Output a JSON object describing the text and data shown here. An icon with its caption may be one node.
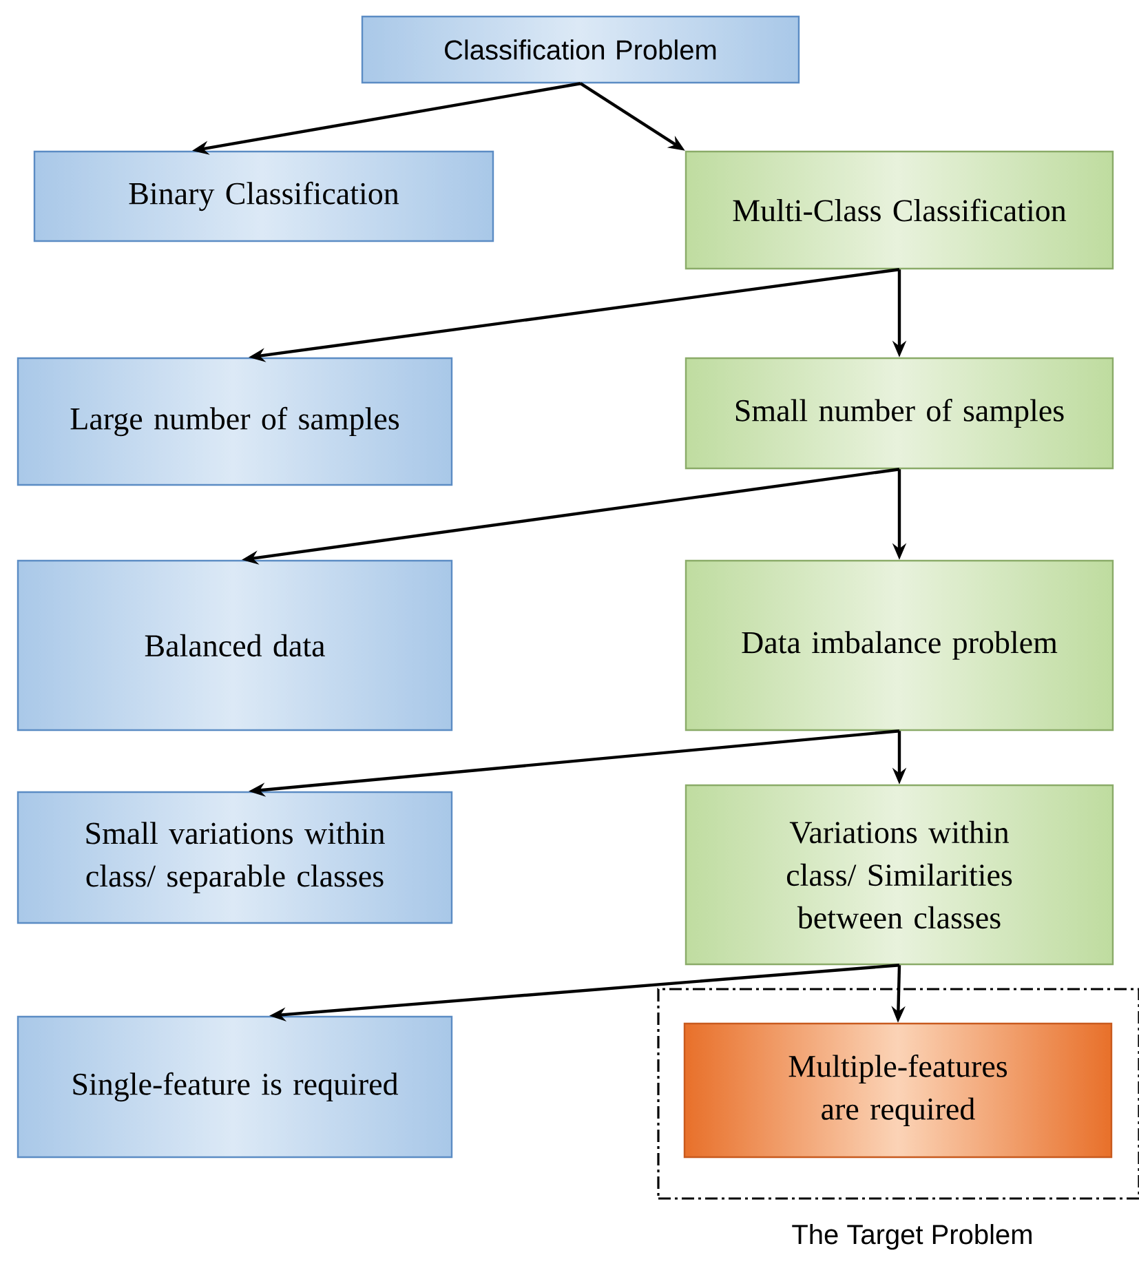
{
  "diagram": {
    "nodes": [
      {
        "text": [
          "Classification Problem"
        ]
      },
      {
        "text": [
          "Binary Classification"
        ]
      },
      {
        "text": [
          "Multi-Class Classification"
        ]
      },
      {
        "text": [
          "Large number of samples"
        ]
      },
      {
        "text": [
          "Small number of samples"
        ]
      },
      {
        "text": [
          "Balanced data"
        ]
      },
      {
        "text": [
          "Data imbalance problem"
        ]
      },
      {
        "text": [
          "Small variations within class/ separable classes"
        ]
      },
      {
        "text": [
          "Variations within class/ Similarities between classes"
        ]
      },
      {
        "text": [
          "Single-feature is required"
        ]
      },
      {
        "text": [
          "The Target Problem"
        ]
      },
      {
        "text": [
          "Multiple-features are required"
        ],
        "in": 10
      }
    ],
    "edges": [
      {
        "from": 0,
        "to": 1,
        "arrow": "to"
      },
      {
        "from": 0,
        "to": 2,
        "arrow": "to"
      },
      {
        "from": 2,
        "to": 3,
        "arrow": "to"
      },
      {
        "from": 2,
        "to": 4,
        "arrow": "to"
      },
      {
        "from": 4,
        "to": 5,
        "arrow": "to"
      },
      {
        "from": 4,
        "to": 6,
        "arrow": "to"
      },
      {
        "from": 6,
        "to": 7,
        "arrow": "to"
      },
      {
        "from": 6,
        "to": 8,
        "arrow": "to"
      },
      {
        "from": 8,
        "to": 9,
        "arrow": "to"
      },
      {
        "from": 8,
        "to": 11,
        "arrow": "to"
      }
    ]
  }
}
